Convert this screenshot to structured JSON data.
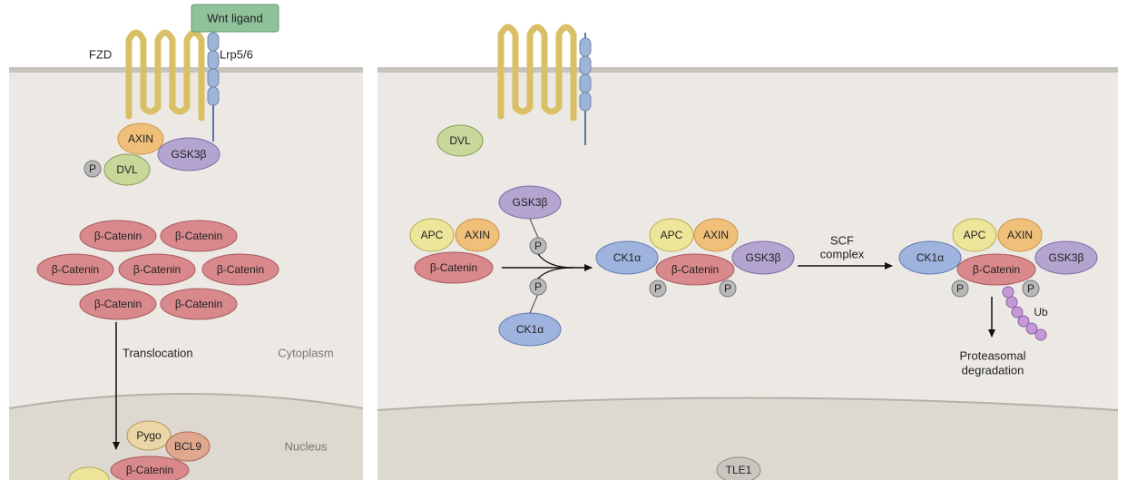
{
  "colors": {
    "cytoplasm": "#ece9e4",
    "nucleus": "#ddd8d0",
    "membrane": "#bdbab5",
    "fzd": "#e8d27a",
    "lrp": "#9fb5d6",
    "axin": "#f0c07a",
    "gsk3b": "#b4a4d0",
    "dvl": "#c8d89a",
    "catenin": "#d9898c",
    "apc": "#ede59a",
    "ck1a": "#9fb3df",
    "phospho": "#b9b9b9",
    "ub": "#c39ad6",
    "wnt": "#90c29a",
    "pygo": "#ead6a6",
    "bcl9": "#e0a78f",
    "tle1": "#c9c6c0"
  },
  "left_panel": {
    "wnt_ligand": "Wnt ligand",
    "fzd": "FZD",
    "lrp": "Lrp5/6",
    "axin": "AXIN",
    "gsk3b": "GSK3β",
    "p": "P",
    "dvl": "DVL",
    "catenin": "β-Catenin",
    "translocation": "Translocation",
    "cytoplasm": "Cytoplasm",
    "nucleus": "Nucleus",
    "pygo": "Pygo",
    "bcl9": "BCL9"
  },
  "right_panel": {
    "dvl": "DVL",
    "gsk3b": "GSK3β",
    "ck1a": "CK1α",
    "apc": "APC",
    "axin": "AXIN",
    "catenin": "β-Catenin",
    "p": "P",
    "scf_line1": "SCF",
    "scf_line2": "complex",
    "ub": "Ub",
    "proteasome_line1": "Proteasomal",
    "proteasome_line2": "degradation",
    "tle1": "TLE1"
  }
}
